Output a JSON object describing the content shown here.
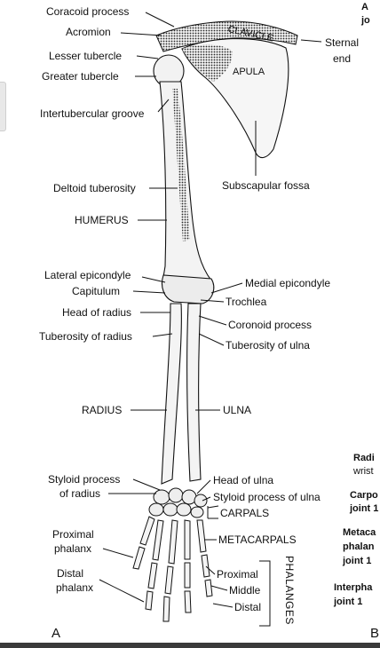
{
  "panel_a_letter": "A",
  "panel_b_letter": "B",
  "labels": {
    "coracoid_process": "Coracoid process",
    "acromion": "Acromion",
    "clavicle": "CLAVICLE",
    "sternal_end_line1": "Sternal",
    "sternal_end_line2": "end",
    "scapula_fragment": "APULA",
    "lesser_tubercle": "Lesser tubercle",
    "greater_tubercle": "Greater tubercle",
    "intertubercular_groove": "Intertubercular groove",
    "subscapular_fossa": "Subscapular fossa",
    "deltoid_tuberosity": "Deltoid tuberosity",
    "humerus": "HUMERUS",
    "lateral_epicondyle": "Lateral epicondyle",
    "capitulum": "Capitulum",
    "medial_epicondyle": "Medial epicondyle",
    "trochlea": "Trochlea",
    "head_of_radius": "Head of radius",
    "coronoid_process": "Coronoid process",
    "tuberosity_of_radius": "Tuberosity  of radius",
    "tuberosity_of_ulna": "Tuberosity of ulna",
    "radius": "RADIUS",
    "ulna": "ULNA",
    "styloid_process_radius_line1": "Styloid process",
    "styloid_process_radius_line2": "of radius",
    "head_of_ulna": "Head of ulna",
    "styloid_process_of_ulna": "Styloid process of ulna",
    "carpals": "CARPALS",
    "proximal_phalanx_line1": "Proximal",
    "proximal_phalanx_line2": "phalanx",
    "metacarpals": "METACARPALS",
    "distal_phalanx_line1": "Distal",
    "distal_phalanx_line2": "phalanx",
    "proximal": "Proximal",
    "middle": "Middle",
    "distal": "Distal",
    "phalanges": "PHALANGES"
  },
  "panel_b_fragments": {
    "top_a": "A",
    "top_jo": "jo",
    "radi": "Radi",
    "wrist": "wrist",
    "carpo": "Carpo",
    "joint_1a": "joint 1",
    "metaca": "Metaca",
    "phalan": "phalan",
    "joint_1b": "joint 1",
    "interpha": "Interpha",
    "joint_1c": "joint 1"
  },
  "colors": {
    "line": "#111111",
    "bone_fill": "#f4f4f4",
    "shading": "#4a4a4a"
  }
}
